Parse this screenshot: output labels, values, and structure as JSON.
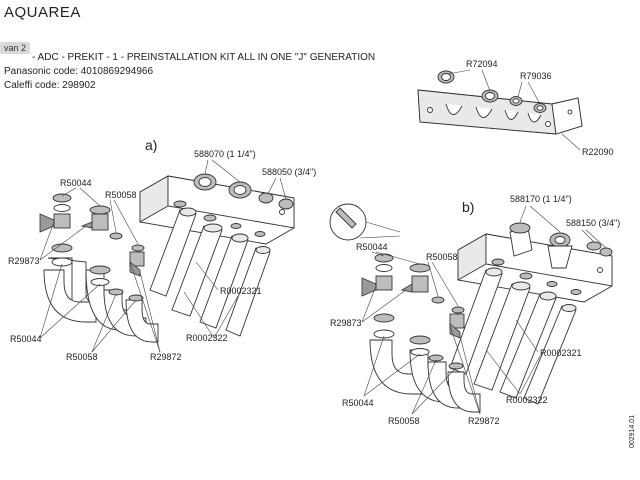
{
  "header": {
    "title": "AQUAREA",
    "tab_label": "van 2",
    "line1": "- ADC - PREKIT - 1 - PREINSTALLATION KIT ALL IN ONE \"J\" GENERATION",
    "line2": "Panasonic code: 4010869294966",
    "line3": "Caleffi code: 298902"
  },
  "bracket_kit": {
    "labels": [
      "R72094",
      "R79036",
      "R22090"
    ]
  },
  "section_a": {
    "letter": "a)",
    "labels": {
      "fit_large": "588070 (1 1/4\")",
      "fit_small": "588050 (3/4\")",
      "r50044_top": "R50044",
      "r50058_top": "R50058",
      "r29873": "R29873",
      "r0002321": "R0002321",
      "r0002322": "R0002322",
      "r50044_bot": "R50044",
      "r50058_bot": "R50058",
      "r29872": "R29872"
    }
  },
  "section_b": {
    "letter": "b)",
    "labels": {
      "fit_large": "588170 (1 1/4\")",
      "fit_small": "588150 (3/4\")",
      "r50044_top": "R50044",
      "r50058_top": "R50058",
      "r29873": "R29873",
      "r0002321": "R0002321",
      "r0002322": "R0002322",
      "r50044_bot": "R50044",
      "r50058_bot": "R50058",
      "r29872": "R29872"
    }
  },
  "doc_code": "002914.01"
}
